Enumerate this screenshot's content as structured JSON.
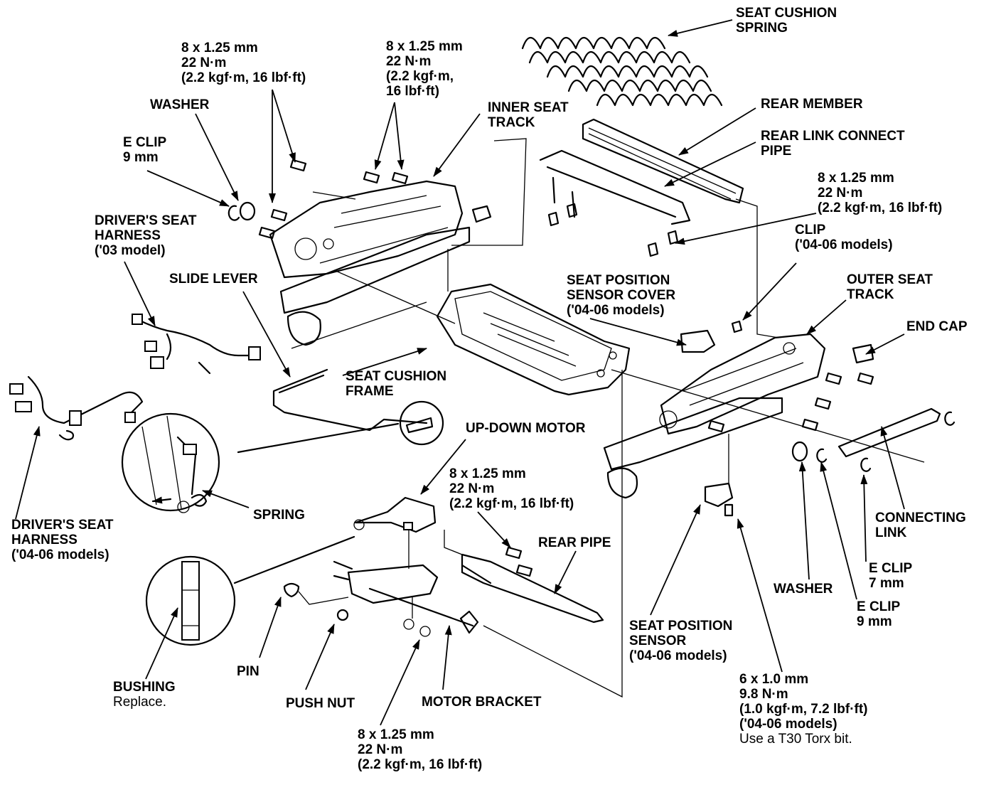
{
  "labels": {
    "seat_cushion_spring": [
      "SEAT CUSHION",
      "SPRING"
    ],
    "torque_top_left": [
      "8 x 1.25 mm",
      "22 N·m",
      "(2.2 kgf·m, 16 lbf·ft)"
    ],
    "torque_top_mid": [
      "8 x 1.25 mm",
      "22 N·m",
      "(2.2 kgf·m,",
      "16 lbf·ft)"
    ],
    "washer_left": "WASHER",
    "inner_seat_track": [
      "INNER SEAT",
      "TRACK"
    ],
    "rear_member": "REAR MEMBER",
    "rear_link_connect_pipe": [
      "REAR LINK CONNECT",
      "PIPE"
    ],
    "e_clip_9_left": [
      "E CLIP",
      "9 mm"
    ],
    "torque_right": [
      "8 x 1.25 mm",
      "22 N·m",
      "(2.2 kgf·m, 16 lbf·ft)"
    ],
    "drivers_seat_harness_03": [
      "DRIVER'S SEAT",
      "HARNESS",
      "('03 model)"
    ],
    "clip": [
      "CLIP",
      "('04-06 models)"
    ],
    "slide_lever": "SLIDE LEVER",
    "seat_position_sensor_cover": [
      "SEAT POSITION",
      "SENSOR COVER",
      "('04-06 models)"
    ],
    "outer_seat_track": [
      "OUTER SEAT",
      "TRACK"
    ],
    "end_cap": "END CAP",
    "seat_cushion_frame": [
      "SEAT CUSHION",
      "FRAME"
    ],
    "up_down_motor": "UP-DOWN MOTOR",
    "torque_motor": [
      "8 x 1.25 mm",
      "22 N·m",
      "(2.2 kgf·m, 16 lbf·ft)"
    ],
    "spring": "SPRING",
    "rear_pipe": "REAR PIPE",
    "connecting_link": [
      "CONNECTING",
      "LINK"
    ],
    "drivers_seat_harness_0406": [
      "DRIVER'S SEAT",
      "HARNESS",
      "('04-06 models)"
    ],
    "e_clip_7": [
      "E CLIP",
      "7 mm"
    ],
    "washer_right": "WASHER",
    "e_clip_9_right": [
      "E CLIP",
      "9 mm"
    ],
    "seat_position_sensor": [
      "SEAT POSITION",
      "SENSOR",
      "('04-06 models)"
    ],
    "pin": "PIN",
    "bushing": "BUSHING",
    "bushing_note": "Replace.",
    "push_nut": "PUSH NUT",
    "motor_bracket": "MOTOR BRACKET",
    "torque_sensor": [
      "6 x 1.0 mm",
      "9.8 N·m",
      "(1.0 kgf·m, 7.2 lbf·ft)",
      "('04-06 models)"
    ],
    "torque_sensor_note": "Use a T30 Torx bit.",
    "torque_bottom": [
      "8 x 1.25 mm",
      "22 N·m",
      "(2.2 kgf·m, 16 lbf·ft)"
    ]
  }
}
